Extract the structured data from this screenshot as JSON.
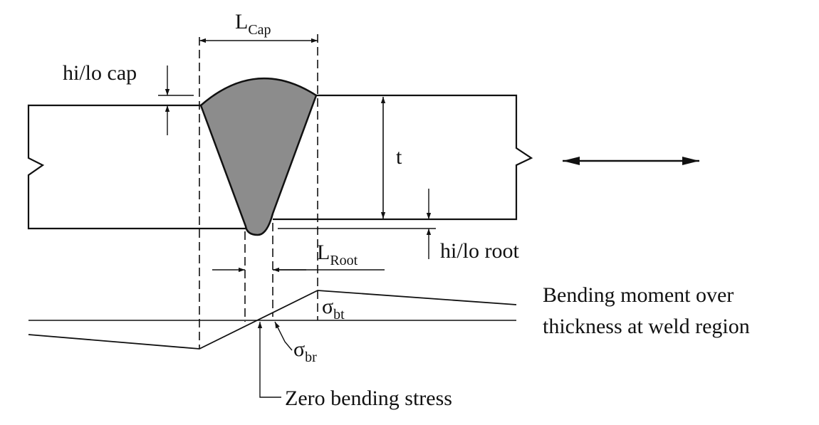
{
  "labels": {
    "l_cap": {
      "main": "L",
      "sub": "Cap"
    },
    "hi_lo_cap": "hi/lo cap",
    "thickness": "t",
    "hi_lo_root": "hi/lo root",
    "l_root": {
      "main": "L",
      "sub": "Root"
    },
    "sigma_bt": {
      "main": "σ",
      "sub": "bt"
    },
    "sigma_br": {
      "main": "σ",
      "sub": "br"
    },
    "zero_bending_stress": "Zero bending stress",
    "bending_moment_line1": "Bending moment over",
    "bending_moment_line2": "thickness at weld region"
  },
  "colors": {
    "line": "#111111",
    "weld_fill": "#8c8c8c"
  },
  "icons": {
    "load_direction": "double-headed-arrow"
  }
}
